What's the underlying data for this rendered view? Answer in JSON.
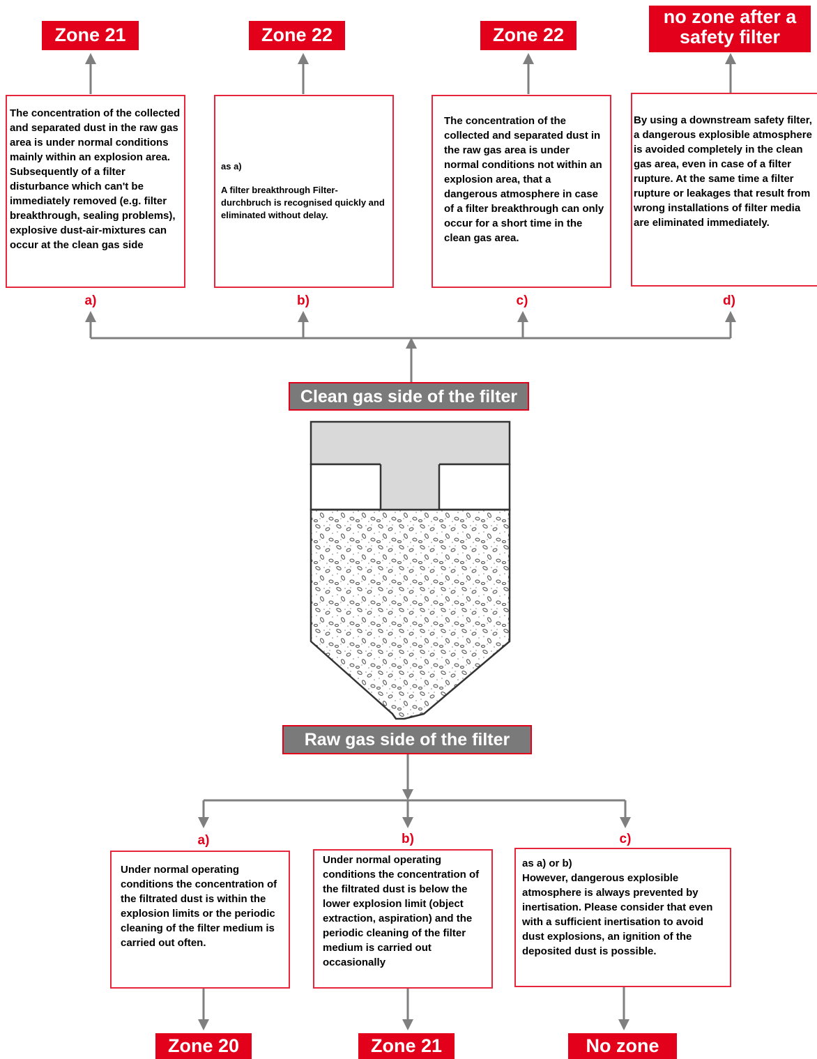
{
  "top": {
    "zones": [
      "Zone 21",
      "Zone 22",
      "Zone 22",
      "no zone after a safety filter"
    ],
    "zone_d_lines": [
      "no zone after a",
      "safety filter"
    ],
    "letters": [
      "a)",
      "b)",
      "c)",
      "d)"
    ],
    "boxes": {
      "a": "The concentration of the collected and separated dust in the raw gas area is under normal conditions mainly within an explosion area. Subsequently of a filter disturbance which can't be immediately removed (e.g. filter breakthrough, sealing problems), explosive dust-air-mixtures can occur at the clean gas side",
      "b_line1": "as a)",
      "b_line2": "A filter breakthrough Filter-durchbruch is recognised quickly and  eliminated without delay.",
      "c": "The concentration of the collected and separated dust in the raw gas area is under normal conditions not within an explosion area, that a dangerous atmosphere in case of a filter breakthrough can only occur for a short time in the clean gas area.",
      "d": "By using a downstream safety filter, a dangerous explosible atmosphere is avoided completely in the clean gas area, even in case of a filter rupture. At the same time a filter rupture or leakages that result from wrong installations of filter media are eliminated immediately."
    }
  },
  "labels": {
    "clean": "Clean gas side of the filter",
    "raw": "Raw gas side of the filter"
  },
  "bottom": {
    "letters": [
      "a)",
      "b)",
      "c)"
    ],
    "boxes": {
      "a": "Under normal operating conditions the concentration of the filtrated dust is within the explosion limits or the periodic cleaning of the filter medium is carried out often.",
      "b": "Under normal operating conditions the concentration of the filtrated dust is below the lower explosion limit (object extraction, aspiration) and the periodic cleaning of the filter medium is carried out occasionally",
      "c_line1": "as a) or b)",
      "c_line2": "However, dangerous explosible atmosphere is always prevented by inertisation. Please consider that even with a sufficient inertisation to avoid dust explosions, an ignition of the deposited dust is possible."
    },
    "zones": [
      "Zone 20",
      "Zone 21",
      "No zone"
    ]
  },
  "colors": {
    "accent_red": "#e3001b",
    "label_grey": "#7a7a7a",
    "arrow_grey": "#7f7f7f",
    "filter_grey": "#d9d9d9"
  }
}
